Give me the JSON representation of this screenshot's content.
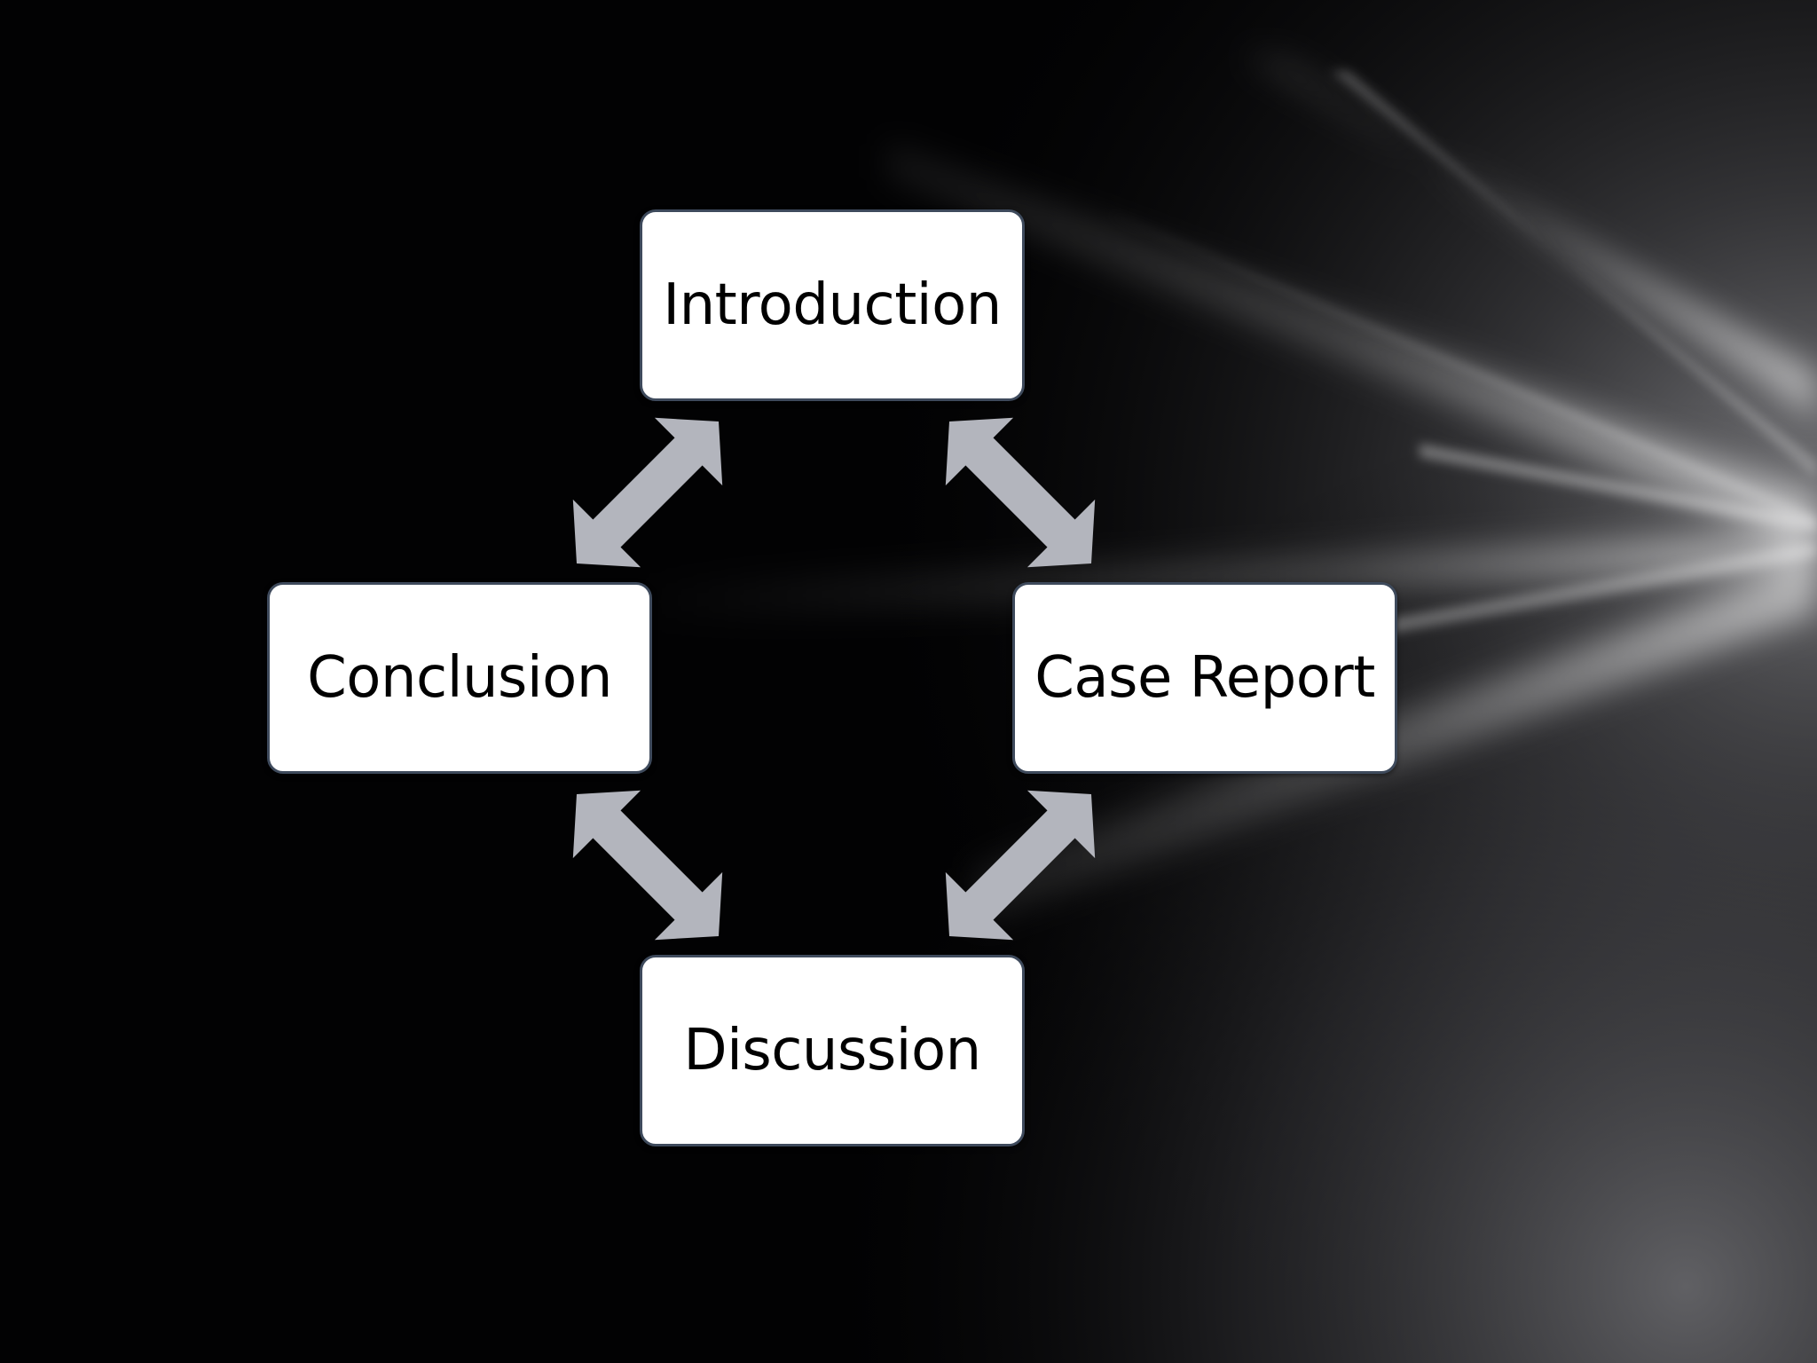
{
  "diagram": {
    "nodes": [
      {
        "id": "introduction",
        "label": "Introduction"
      },
      {
        "id": "case-report",
        "label": "Case Report"
      },
      {
        "id": "discussion",
        "label": "Discussion"
      },
      {
        "id": "conclusion",
        "label": "Conclusion"
      }
    ],
    "edges": [
      {
        "from": "introduction",
        "to": "case-report",
        "bidirectional": true
      },
      {
        "from": "case-report",
        "to": "discussion",
        "bidirectional": true
      },
      {
        "from": "discussion",
        "to": "conclusion",
        "bidirectional": true
      },
      {
        "from": "conclusion",
        "to": "introduction",
        "bidirectional": true
      }
    ]
  },
  "colors": {
    "background": "#020203",
    "node_fill": "#ffffff",
    "node_border": "#3e4a5c",
    "arrow": "#b3b5bd",
    "text": "#000000"
  }
}
